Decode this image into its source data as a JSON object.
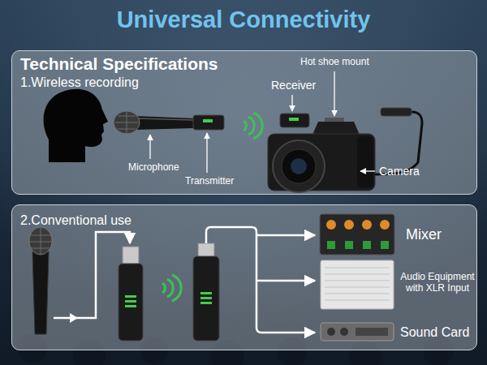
{
  "diagram": {
    "title": "Universal Connectivity",
    "nodes": [
      {
        "text": [
          "Technical Specifications",
          "1.Wireless recording"
        ]
      },
      {
        "text": [
          "2.Conventional use"
        ]
      }
    ],
    "labels": [
      "Hot shoe mount",
      "Receiver",
      "Microphone",
      "Transmitter",
      "Camera",
      "Mixer",
      "Audio Equipment with XLR Input",
      "Sound Card"
    ]
  }
}
